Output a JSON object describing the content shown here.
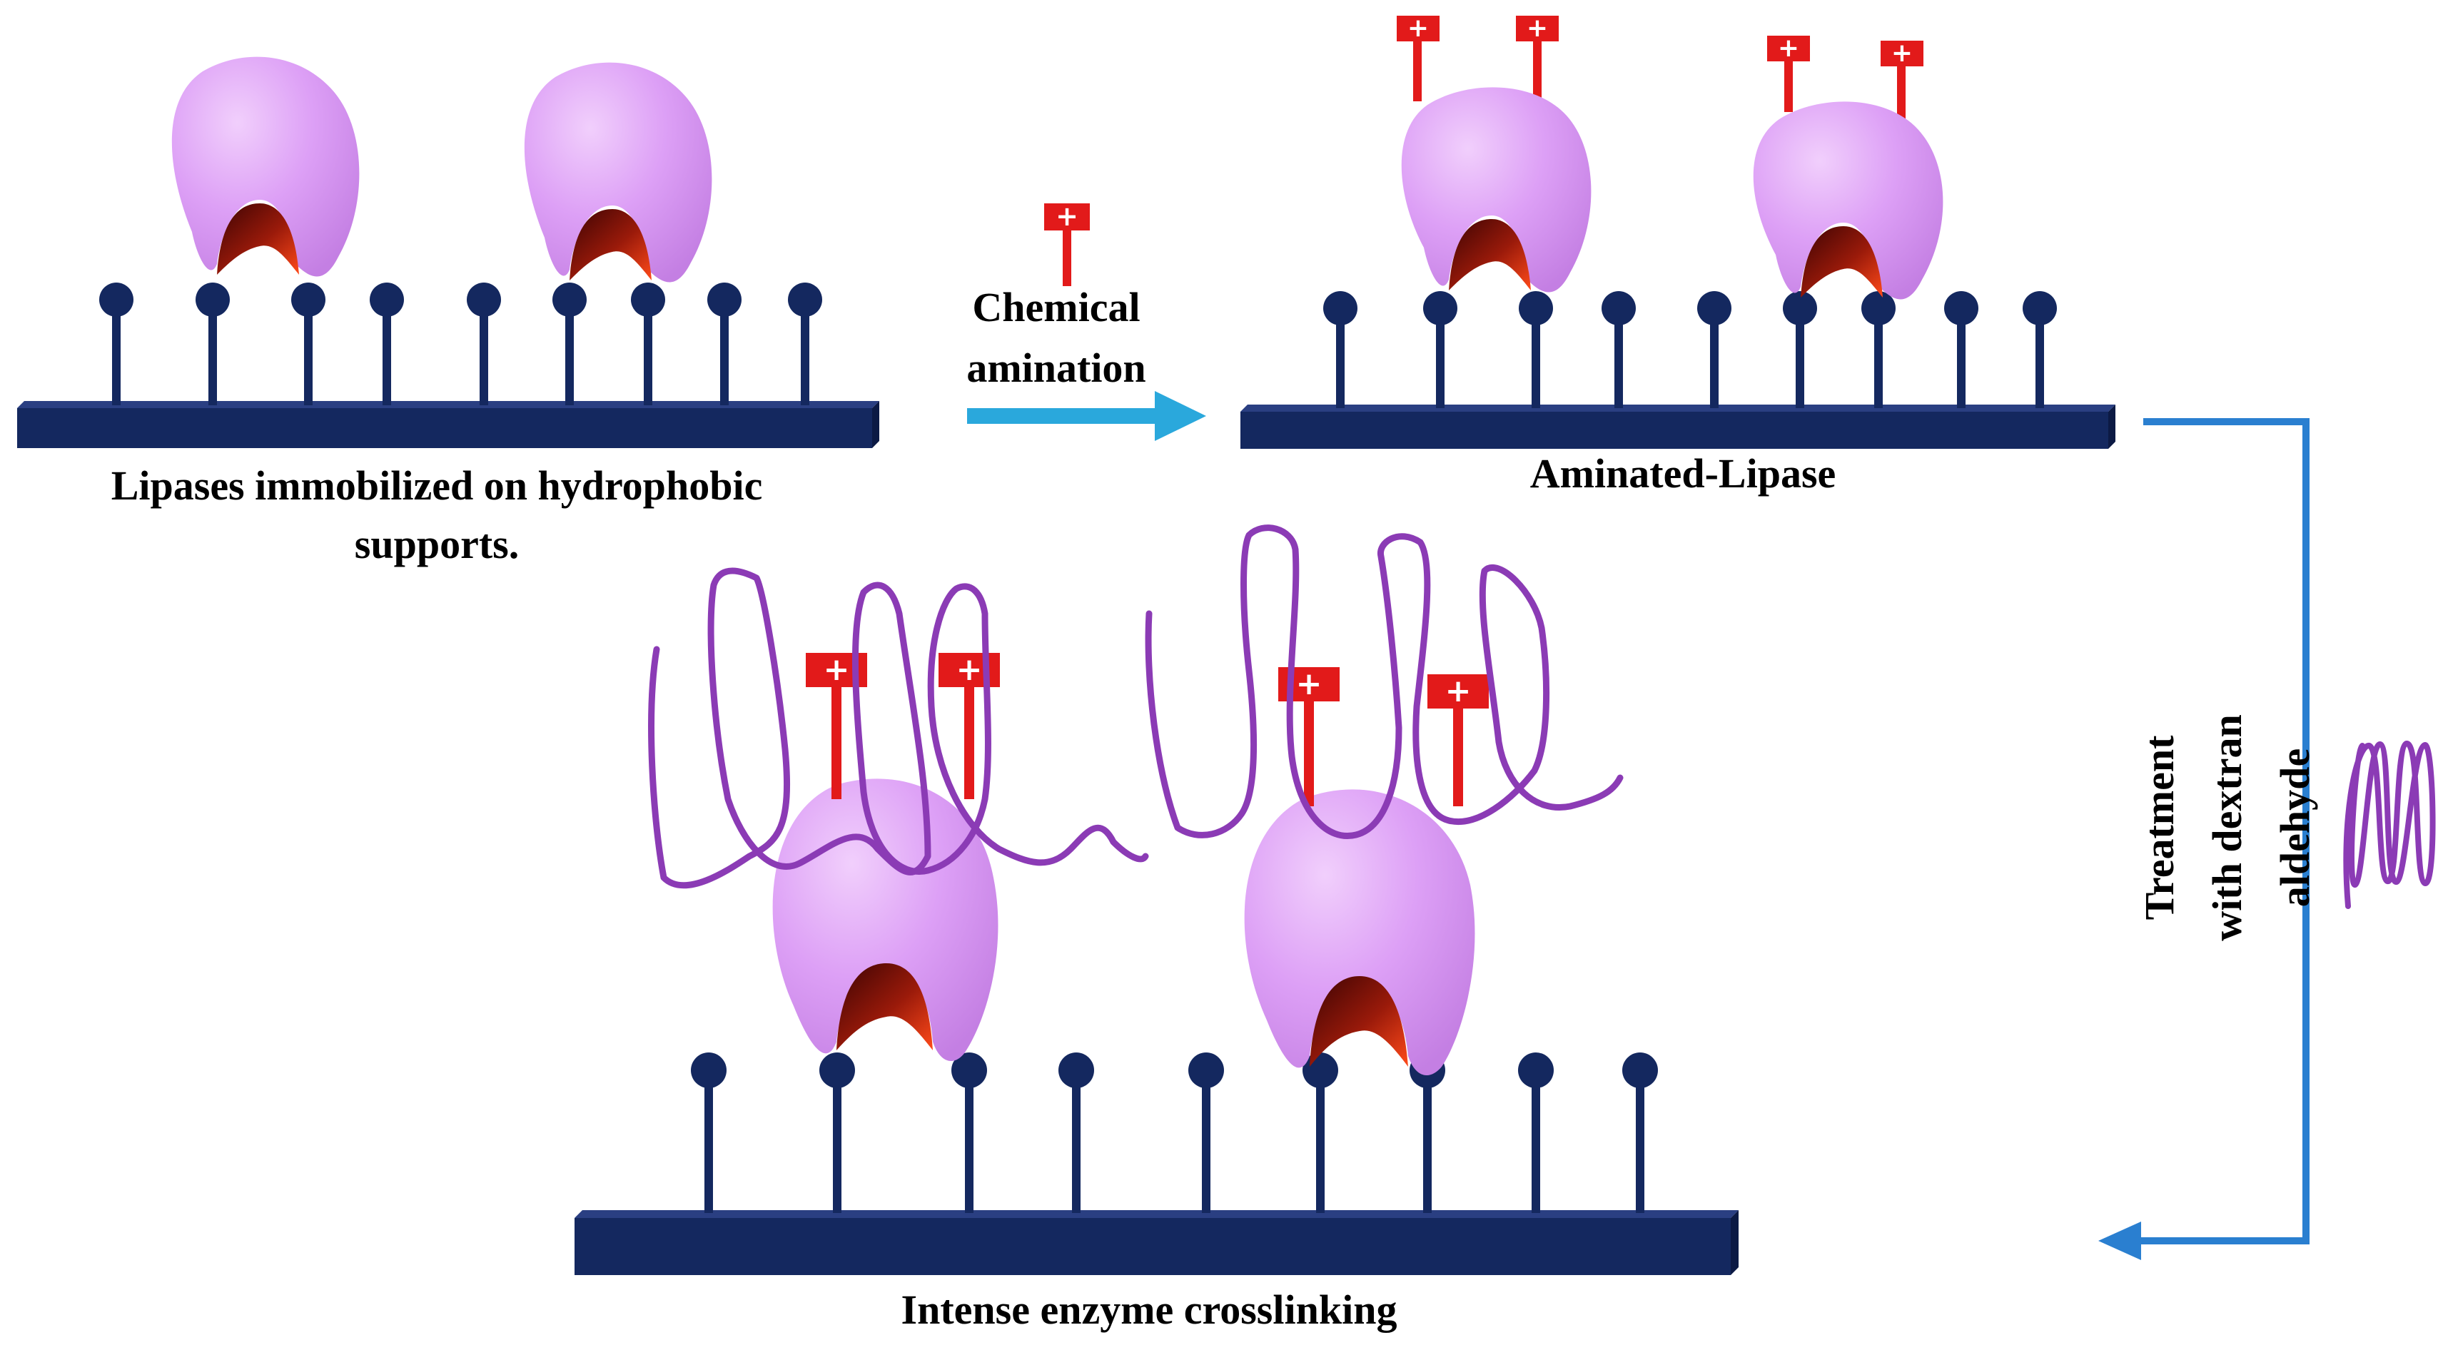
{
  "labels": {
    "panel1_line1": "Lipases immobilized on hydrophobic",
    "panel1_line2": "supports.",
    "step1_line1": "Chemical",
    "step1_line2": "amination",
    "panel2": "Aminated-Lipase",
    "step2_line1": "Treatment",
    "step2_line2": "with dextran",
    "step2_line3": "aldehyde",
    "panel3": "Intense enzyme crosslinking",
    "plus_sign": "+"
  },
  "colors": {
    "support": "#14285f",
    "enzyme": "#dda0f6",
    "active_site_dark": "#5a0808",
    "active_site_light": "#e8401a",
    "amine_tag": "#e21a1a",
    "arrow": "#2aa8dc",
    "dextran": "#8b3bb5"
  },
  "icons": {
    "amine_group": "red-t-plus-icon",
    "dextran_aldehyde": "purple-coil-icon",
    "hydrophobic_group": "ball-on-stick-icon"
  }
}
